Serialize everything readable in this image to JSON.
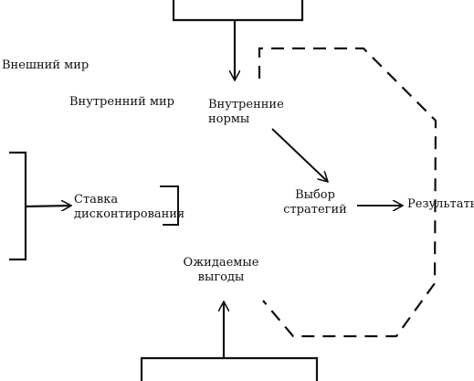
{
  "diagram": {
    "outer_world": "Внешний мир",
    "inner_world": "Внутренний мир",
    "internal_norms": [
      "Внутренние",
      "нормы"
    ],
    "discount_rate": [
      "Ставка",
      "дисконтирования"
    ],
    "strategy_choice": [
      "Выбор",
      "стратегий"
    ],
    "results": "Результаты",
    "expected_benefits": [
      "Ожидаемые",
      "выгоды"
    ]
  },
  "colors": {
    "ink": "#111111",
    "background": "#ffffff"
  }
}
